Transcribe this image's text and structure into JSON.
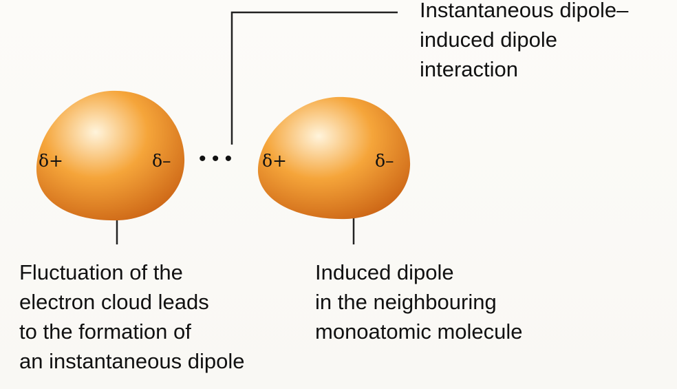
{
  "atom_left": {
    "positive": "δ+",
    "negative": "δ–"
  },
  "atom_right": {
    "positive": "δ+",
    "negative": "δ–"
  },
  "interaction_dots": "• • •",
  "labels": {
    "interaction": [
      "Instantaneous dipole–",
      "induced dipole",
      "interaction"
    ],
    "fluctuation": [
      "Fluctuation of the",
      "electron cloud leads",
      "to the formation of",
      "an instantaneous dipole"
    ],
    "induced": [
      "Induced dipole",
      "in the neighbouring",
      "monoatomic molecule"
    ]
  },
  "colors": {
    "atom_highlight": "#fff4dc",
    "atom_mid": "#f5a53a",
    "atom_edge": "#c85f12",
    "leader_line": "#222222"
  }
}
